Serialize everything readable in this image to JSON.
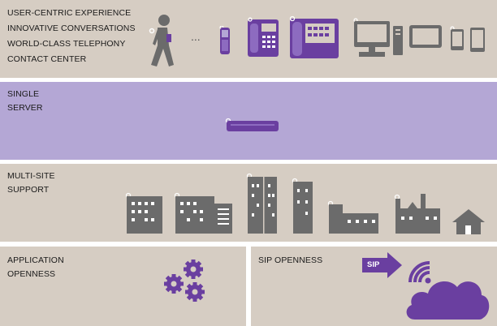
{
  "bands": {
    "experience": {
      "lines": [
        "USER-CENTRIC EXPERIENCE",
        "INNOVATIVE CONVERSATIONS",
        "WORLD-CLASS TELEPHONY",
        "CONTACT CENTER"
      ],
      "ellipsis": "..."
    },
    "server": {
      "lines": [
        "SINGLE",
        "SERVER"
      ]
    },
    "multisite": {
      "lines": [
        "MULTI-SITE",
        "SUPPORT"
      ]
    },
    "application": {
      "lines": [
        "APPLICATION",
        "OPENNESS"
      ]
    },
    "sip": {
      "lines": [
        "SIP OPENNESS"
      ],
      "arrow_label": "SIP"
    }
  },
  "colors": {
    "beige": "#d6cdc3",
    "lavender": "#b4a7d5",
    "purple": "#6a3fa0",
    "gray": "#6b6b6b"
  },
  "icons": {
    "experience": [
      "walking-person-icon",
      "mobile-handset-icon",
      "desk-phone-icon",
      "conference-phone-icon",
      "desktop-computer-icon",
      "tablet-icon",
      "smartphone-icon"
    ],
    "server": [
      "server-appliance-icon"
    ],
    "multisite": [
      "office-building-icon",
      "wide-building-icon",
      "tower-building-icon",
      "slim-tower-icon",
      "low-building-icon",
      "factory-icon",
      "house-icon"
    ],
    "application": [
      "gears-icon"
    ],
    "sip": [
      "arrow-icon",
      "wifi-icon",
      "cloud-icon"
    ]
  }
}
